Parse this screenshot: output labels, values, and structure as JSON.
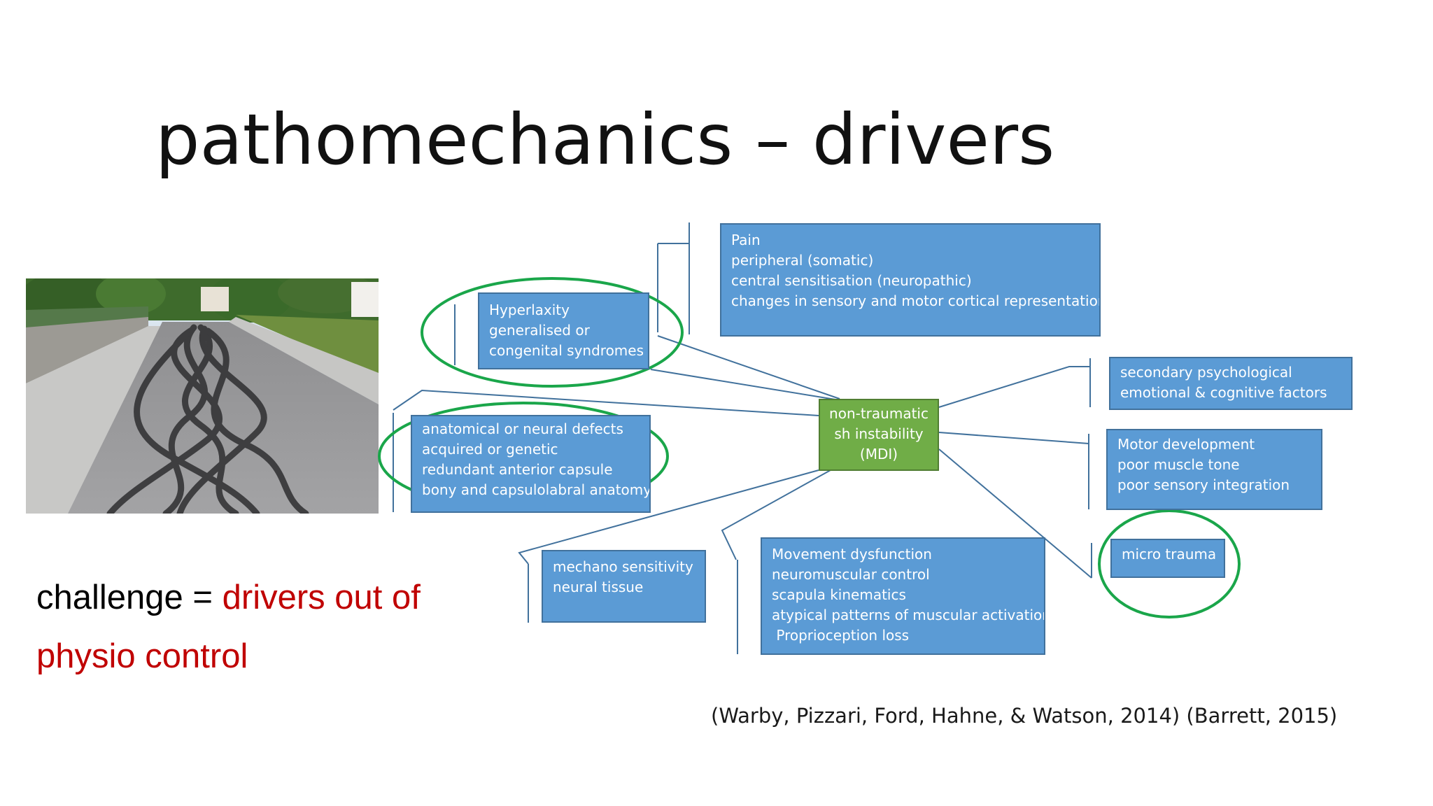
{
  "slide": {
    "title": "pathomechanics – drivers",
    "challenge": {
      "prefix": "challenge = ",
      "red_part_1": "drivers out of",
      "red_part_2": "physio control"
    },
    "citation": "(Warby, Pizzari, Ford, Hahne, & Watson, 2014) (Barrett, 2015)"
  },
  "diagram": {
    "center": {
      "lines": [
        "non-traumatic",
        "sh instability",
        "(MDI)"
      ]
    },
    "boxes": {
      "pain": {
        "lines": [
          "Pain",
          "peripheral (somatic)",
          "central sensitisation (neuropathic)",
          "changes in sensory and motor cortical representation"
        ]
      },
      "hyperlaxity": {
        "lines": [
          "Hyperlaxity",
          "generalised or",
          "congenital syndromes"
        ]
      },
      "anatomical": {
        "lines": [
          "anatomical or neural defects",
          "acquired or genetic",
          "redundant anterior capsule",
          "bony and capsulolabral anatomy"
        ]
      },
      "mechano": {
        "lines": [
          "mechano sensitivity",
          "neural tissue"
        ]
      },
      "movement": {
        "lines": [
          "Movement dysfunction",
          "neuromuscular control",
          "scapula kinematics",
          "atypical patterns of muscular activation",
          " Proprioception loss"
        ]
      },
      "psych": {
        "lines": [
          "secondary psychological",
          "emotional & cognitive factors"
        ]
      },
      "motor": {
        "lines": [
          "Motor development",
          "poor muscle tone",
          "poor sensory integration"
        ]
      },
      "micro": {
        "lines": [
          "micro trauma"
        ]
      }
    },
    "colors": {
      "box_fill": "#5b9bd5",
      "center_fill": "#70ad47",
      "highlight_ellipse": "#1aa64a",
      "challenge_red": "#c00000"
    }
  },
  "photo": {
    "icon": "road-skid-marks-photo"
  }
}
